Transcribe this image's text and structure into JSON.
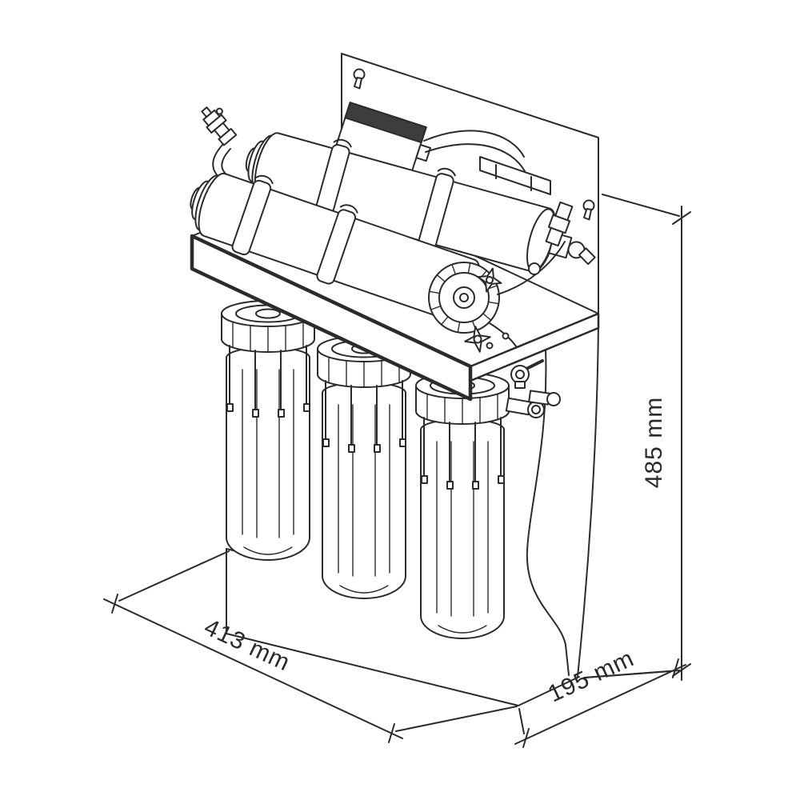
{
  "colors": {
    "background": "#ffffff",
    "line": "#2b2b2b",
    "text": "#2a2a2a",
    "dark_fill": "#3d3d3d"
  },
  "diagram": {
    "type": "isometric technical line drawing",
    "subject": "three-cartridge water filtration unit with stand and mounting back panel",
    "dimensions": {
      "width": {
        "label": "413 mm"
      },
      "depth": {
        "label": "195 mm"
      },
      "height": {
        "label": "485 mm"
      }
    }
  }
}
